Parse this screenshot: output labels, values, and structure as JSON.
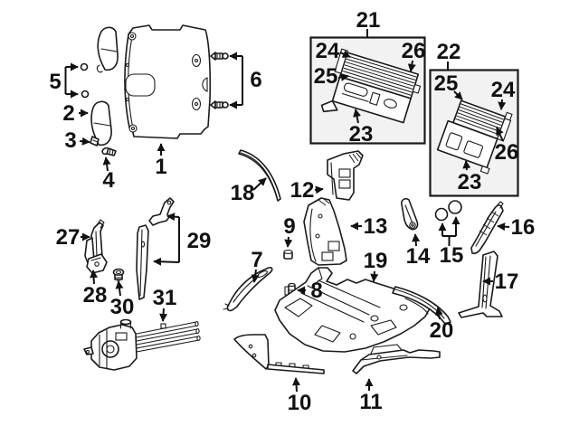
{
  "page": {
    "background": "#ffffff",
    "line_color": "#1a1a1a",
    "inset_box_fill": "#f2f2f2",
    "callout_color": "#111111"
  },
  "callouts": {
    "c1": "1",
    "c2": "2",
    "c3": "3",
    "c4": "4",
    "c5": "5",
    "c6": "6",
    "c7": "7",
    "c8": "8",
    "c9": "9",
    "c10": "10",
    "c11": "11",
    "c12": "12",
    "c13": "13",
    "c14": "14",
    "c15": "15",
    "c16": "16",
    "c17": "17",
    "c18": "18",
    "c19": "19",
    "c20": "20",
    "c21": "21",
    "c22": "22",
    "box21_23": "23",
    "box21_24": "24",
    "box21_25": "25",
    "box21_26": "26",
    "box22_23": "23",
    "box22_24": "24",
    "box22_25": "25",
    "box22_26": "26",
    "c27": "27",
    "c28": "28",
    "c29": "29",
    "c30": "30",
    "c31": "31"
  }
}
